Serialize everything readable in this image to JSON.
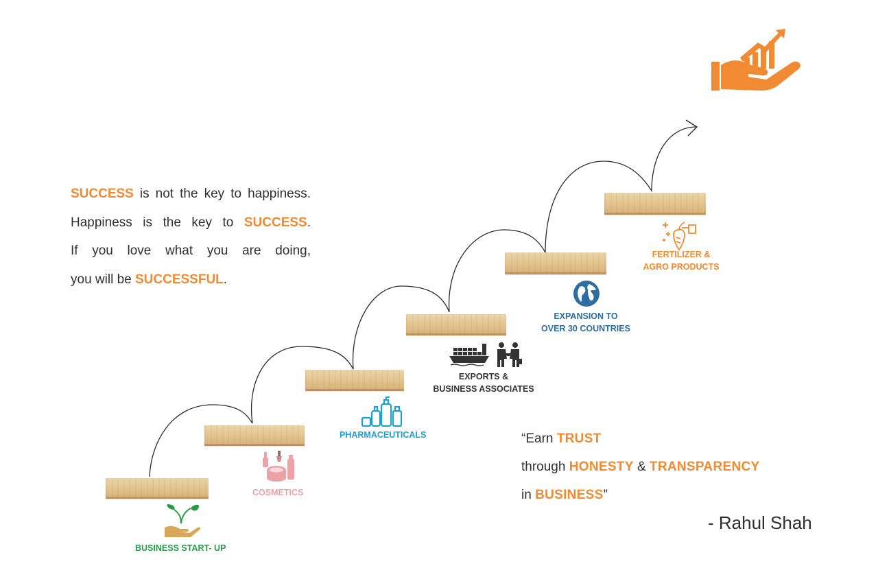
{
  "left_quote": {
    "line1": {
      "w1": "SUCCESS",
      "rest": " is not the key to happiness."
    },
    "line2": {
      "start": "Happiness is the key to ",
      "w": "SUCCESS",
      "end": "."
    },
    "line3": "If you love what you are doing,",
    "line4": {
      "start": "you will be ",
      "w": "SUCCESSFUL",
      "end": "."
    }
  },
  "steps": [
    {
      "label": "BUSINESS START- UP",
      "color": "#2a9a4a",
      "icon": "plant-in-hand-icon"
    },
    {
      "label": "COSMETICS",
      "color": "#eca3a8",
      "icon": "cosmetics-icon"
    },
    {
      "label": "PHARMACEUTICALS",
      "color": "#1b9fd5",
      "icon": "bottles-icon"
    },
    {
      "line1": "EXPORTS &",
      "line2": "BUSINESS ASSOCIATES",
      "color": "#333333",
      "icon": "cargo-ship-handshake-icon"
    },
    {
      "line1": "EXPANSION TO",
      "line2": "OVER 30 COUNTRIES",
      "color": "#2f6da0",
      "icon": "globe-icon"
    },
    {
      "line1": "FERTILIZER &",
      "line2": "AGRO PRODUCTS",
      "color": "#f08a33",
      "icon": "agro-hand-icon"
    }
  ],
  "right_quote": {
    "line1": {
      "start": "“Earn ",
      "w": "TRUST"
    },
    "line2": {
      "start": "through ",
      "w1": "HONESTY",
      "mid": " & ",
      "w2": "TRANSPARENCY"
    },
    "line3": {
      "start": "in ",
      "w": "BUSINESS",
      "end": "”"
    }
  },
  "author": "- Rahul Shah",
  "logo_icon": "growth-chart-in-hand-icon",
  "accent": "#f08a33"
}
